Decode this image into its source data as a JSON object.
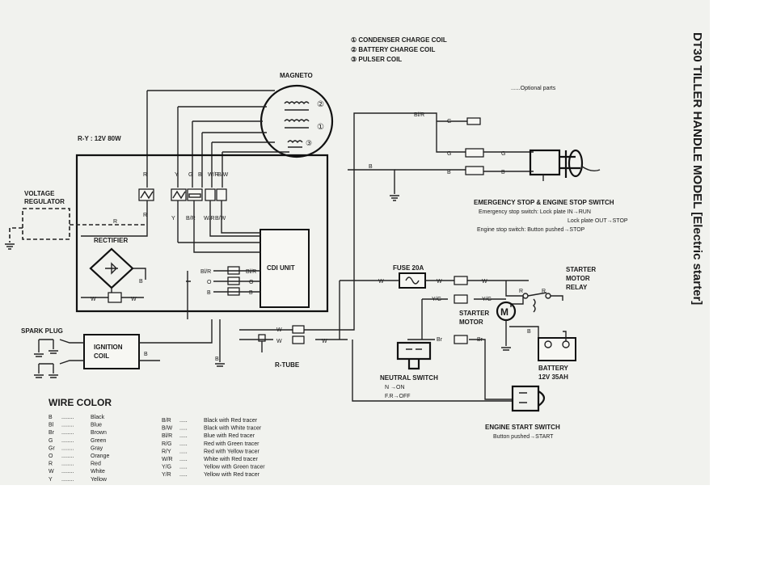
{
  "title": "DT30 TILLER HANDLE MODEL [Electric starter]",
  "legend_top": {
    "items": [
      "① CONDENSER CHARGE COIL",
      "② BATTERY CHARGE COIL",
      "③ PULSER COIL"
    ],
    "optional": "......Optional parts"
  },
  "components": {
    "magneto": "MAGNETO",
    "ry_rating": "R-Y : 12V 80W",
    "voltage_regulator": [
      "VOLTAGE",
      "REGULATOR"
    ],
    "rectifier": "RECTIFIER",
    "cdi_unit": "CDI UNIT",
    "spark_plug": "SPARK PLUG",
    "ignition_coil": [
      "IGNITION",
      "COIL"
    ],
    "r_tube": "R-TUBE",
    "fuse": "FUSE 20A",
    "starter_motor_relay": [
      "STARTER",
      "MOTOR",
      "RELAY"
    ],
    "starter_motor": [
      "STARTER",
      "MOTOR"
    ],
    "neutral_switch": [
      "NEUTRAL SWITCH",
      "N    →ON",
      "F.R→OFF"
    ],
    "battery": [
      "BATTERY",
      "12V 35AH"
    ],
    "engine_start_switch": [
      "ENGINE START SWITCH",
      "Button pushed→START"
    ],
    "emergency_stop": [
      "EMERGENCY STOP & ENGINE STOP SWITCH",
      "Emergency stop switch: Lock plate IN→RUN",
      "Lock plate OUT→STOP",
      "Engine stop switch: Button pushed→STOP"
    ]
  },
  "coil_marks": [
    "②",
    "①",
    "③"
  ],
  "wire_labels": {
    "r": "R",
    "y": "Y",
    "g": "G",
    "b": "B",
    "br": "Br",
    "w": "W",
    "o": "O",
    "bw": "B/W",
    "wr": "W/R",
    "bl_r": "Bl/R",
    "yg": "Y/G",
    "br_b": "B/R"
  },
  "wire_color": {
    "title": "WIRE COLOR",
    "basic": [
      {
        "code": "B",
        "name": "Black"
      },
      {
        "code": "Bl",
        "name": "Blue"
      },
      {
        "code": "Br",
        "name": "Brown"
      },
      {
        "code": "G",
        "name": "Green"
      },
      {
        "code": "Gr",
        "name": "Gray"
      },
      {
        "code": "O",
        "name": "Orange"
      },
      {
        "code": "R",
        "name": "Red"
      },
      {
        "code": "W",
        "name": "White"
      },
      {
        "code": "Y",
        "name": "Yellow"
      }
    ],
    "tracer": [
      {
        "code": "B/R",
        "name": "Black with Red tracer"
      },
      {
        "code": "B/W",
        "name": "Black with White tracer"
      },
      {
        "code": "Bl/R",
        "name": "Blue with Red tracer"
      },
      {
        "code": "R/G",
        "name": "Red with Green tracer"
      },
      {
        "code": "R/Y",
        "name": "Red with Yellow tracer"
      },
      {
        "code": "W/R",
        "name": "White with Red tracer"
      },
      {
        "code": "Y/G",
        "name": "Yellow with Green tracer"
      },
      {
        "code": "Y/R",
        "name": "Yellow with Red tracer"
      }
    ]
  }
}
